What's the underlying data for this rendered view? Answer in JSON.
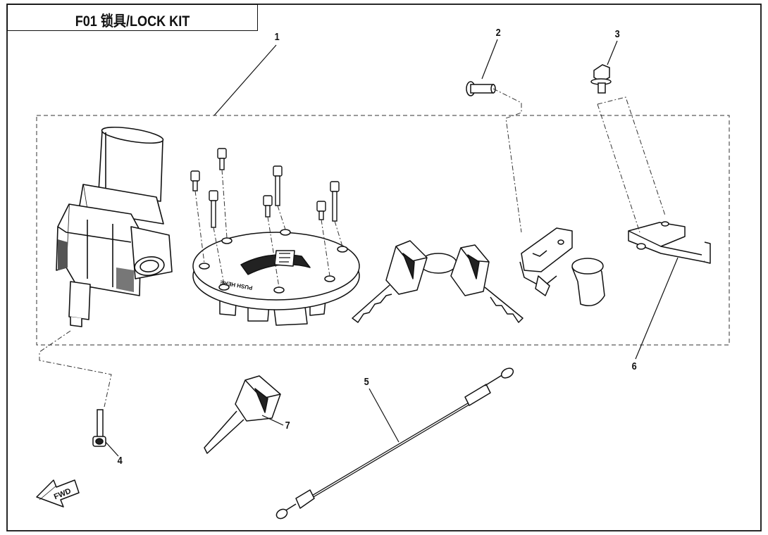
{
  "title": "F01  锁具/LOCK KIT",
  "fwd_label": "FWD",
  "push_label": "PUSH HERE",
  "callouts": [
    {
      "id": "1",
      "label": "1"
    },
    {
      "id": "2",
      "label": "2"
    },
    {
      "id": "3",
      "label": "3"
    },
    {
      "id": "4",
      "label": "4"
    },
    {
      "id": "5",
      "label": "5"
    },
    {
      "id": "6",
      "label": "6"
    },
    {
      "id": "7",
      "label": "7"
    }
  ],
  "colors": {
    "ink": "#111111",
    "shade": "#555555",
    "dark": "#222222",
    "paper": "#ffffff"
  }
}
